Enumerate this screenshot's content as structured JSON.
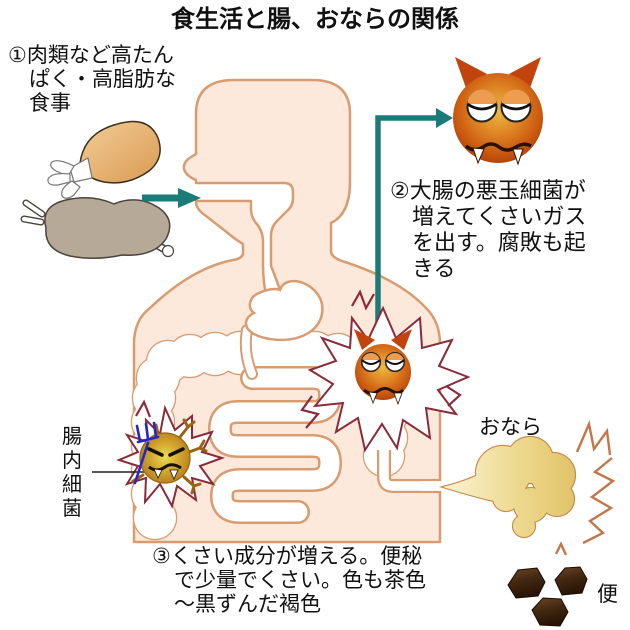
{
  "title": "食生活と腸、おならの関係",
  "annotations": {
    "step1": {
      "lines": [
        "①肉類など高たん",
        "ぱく・高脂肪な",
        "食事"
      ]
    },
    "step2": {
      "lines": [
        "②大腸の悪玉細菌が",
        "増えてくさいガス",
        "を出す。腐敗も起",
        "きる"
      ]
    },
    "step3": {
      "lines": [
        "③くさい成分が増える。便秘",
        "で少量でくさい。色も茶色",
        "～黒ずんだ褐色"
      ]
    }
  },
  "labels": {
    "gut_bacteria": "腸内細菌",
    "gut_bacteria_chars": [
      "腸",
      "内",
      "細",
      "菌"
    ],
    "fart": "おなら",
    "stool": "便"
  },
  "icons": {
    "large_bad_bacteria": "devil-bacteria-icon",
    "colon_bad_bacteria": "devil-bacteria-icon",
    "gut_bacteria": "trident-bacteria-icon",
    "drumstick": "chicken-drumstick-icon",
    "ham": "ham-meat-icon",
    "gas_cloud": "fart-cloud-icon",
    "stool": "stool-lumps-icon"
  },
  "colors": {
    "body_fill": "#FCE9DB",
    "body_stroke": "#D89C70",
    "arrow": "#1B7B78",
    "burst_stroke": "#8B2A3A",
    "trident": "#2525CC",
    "cloud_stroke": "#C8874C",
    "text": "#111111"
  }
}
